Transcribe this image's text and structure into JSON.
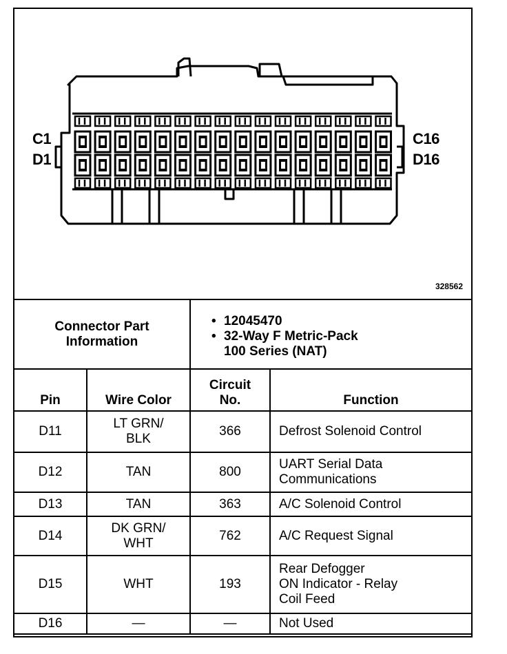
{
  "figure": {
    "id": "328562",
    "pin_labels": {
      "left_top": "C1",
      "left_bottom": "D1",
      "right_top": "C16",
      "right_bottom": "D16"
    }
  },
  "connector_info": {
    "label_line1": "Connector Part",
    "label_line2": "Information",
    "part_number": "12045470",
    "description_line1": "32-Way F Metric-Pack",
    "description_line2": "100 Series (NAT)"
  },
  "table": {
    "headers": {
      "pin": "Pin",
      "wire_color": "Wire Color",
      "circuit_line1": "Circuit",
      "circuit_line2": "No.",
      "function": "Function"
    },
    "rows": [
      {
        "pin": "D11",
        "wire_l1": "LT GRN/",
        "wire_l2": "BLK",
        "circuit": "366",
        "func_l1": "Defrost Solenoid Control",
        "func_l2": "",
        "func_l3": ""
      },
      {
        "pin": "D12",
        "wire_l1": "TAN",
        "wire_l2": "",
        "circuit": "800",
        "func_l1": "UART Serial Data",
        "func_l2": "Communications",
        "func_l3": ""
      },
      {
        "pin": "D13",
        "wire_l1": "TAN",
        "wire_l2": "",
        "circuit": "363",
        "func_l1": "A/C Solenoid Control",
        "func_l2": "",
        "func_l3": ""
      },
      {
        "pin": "D14",
        "wire_l1": "DK GRN/",
        "wire_l2": "WHT",
        "circuit": "762",
        "func_l1": "A/C Request Signal",
        "func_l2": "",
        "func_l3": ""
      },
      {
        "pin": "D15",
        "wire_l1": "WHT",
        "wire_l2": "",
        "circuit": "193",
        "func_l1": "Rear Defogger",
        "func_l2": "ON Indicator - Relay",
        "func_l3": "Coil Feed"
      },
      {
        "pin": "D16",
        "wire_l1": "—",
        "wire_l2": "",
        "circuit": "—",
        "func_l1": "Not Used",
        "func_l2": "",
        "func_l3": ""
      }
    ]
  }
}
